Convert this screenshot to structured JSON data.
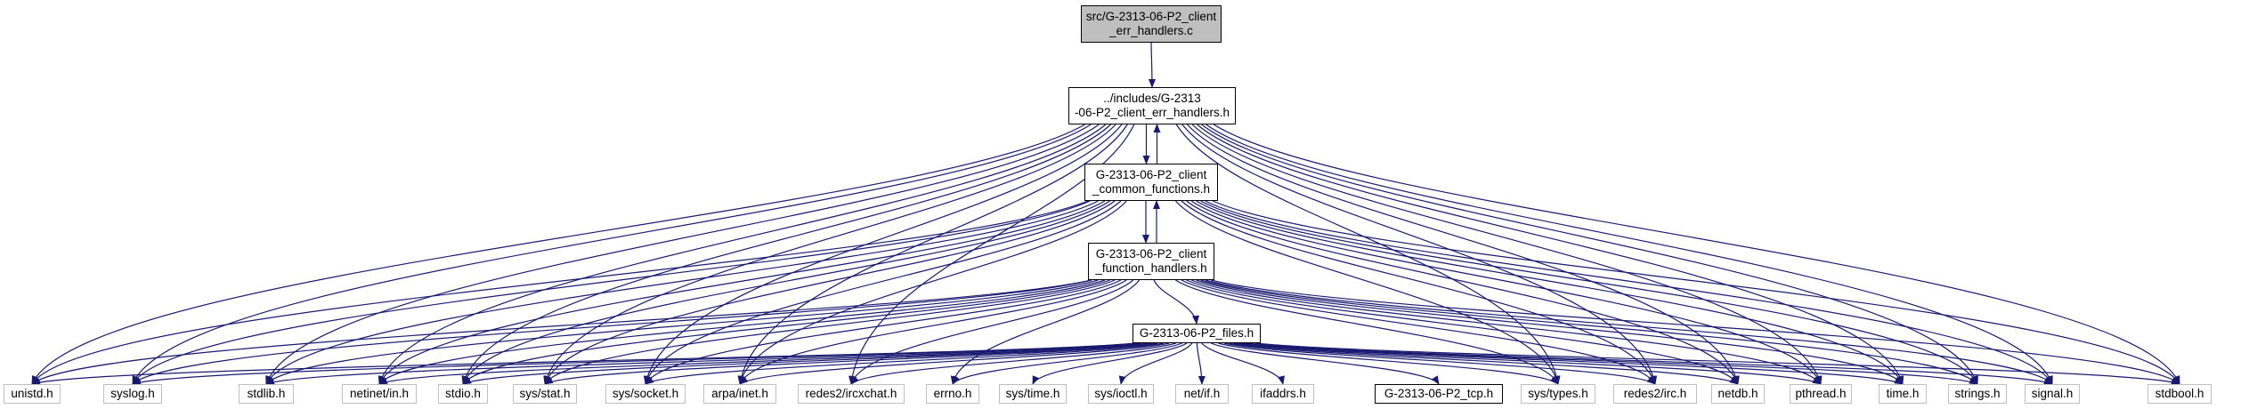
{
  "diagram": {
    "nodes": {
      "root": {
        "lines": [
          "src/G-2313-06-P2_client",
          "_err_handlers.c"
        ]
      },
      "err_h": {
        "lines": [
          "../includes/G-2313",
          "-06-P2_client_err_handlers.h"
        ]
      },
      "common": {
        "lines": [
          "G-2313-06-P2_client",
          "_common_functions.h"
        ]
      },
      "function": {
        "lines": [
          "G-2313-06-P2_client",
          "_function_handlers.h"
        ]
      },
      "files": {
        "lines": [
          "G-2313-06-P2_files.h"
        ]
      },
      "unistd": {
        "lines": [
          "unistd.h"
        ]
      },
      "syslog": {
        "lines": [
          "syslog.h"
        ]
      },
      "stdlib": {
        "lines": [
          "stdlib.h"
        ]
      },
      "netinet_in": {
        "lines": [
          "netinet/in.h"
        ]
      },
      "stdio": {
        "lines": [
          "stdio.h"
        ]
      },
      "sys_stat": {
        "lines": [
          "sys/stat.h"
        ]
      },
      "sys_socket": {
        "lines": [
          "sys/socket.h"
        ]
      },
      "arpa_inet": {
        "lines": [
          "arpa/inet.h"
        ]
      },
      "ircxchat": {
        "lines": [
          "redes2/ircxchat.h"
        ]
      },
      "errno": {
        "lines": [
          "errno.h"
        ]
      },
      "sys_time": {
        "lines": [
          "sys/time.h"
        ]
      },
      "sys_ioctl": {
        "lines": [
          "sys/ioctl.h"
        ]
      },
      "net_if": {
        "lines": [
          "net/if.h"
        ]
      },
      "ifaddrs": {
        "lines": [
          "ifaddrs.h"
        ]
      },
      "tcp": {
        "lines": [
          "G-2313-06-P2_tcp.h"
        ]
      },
      "sys_types": {
        "lines": [
          "sys/types.h"
        ]
      },
      "irc": {
        "lines": [
          "redes2/irc.h"
        ]
      },
      "netdb": {
        "lines": [
          "netdb.h"
        ]
      },
      "pthread": {
        "lines": [
          "pthread.h"
        ]
      },
      "time": {
        "lines": [
          "time.h"
        ]
      },
      "strings": {
        "lines": [
          "strings.h"
        ]
      },
      "signal": {
        "lines": [
          "signal.h"
        ]
      },
      "stdbool": {
        "lines": [
          "stdbool.h"
        ]
      }
    },
    "edge_color": "#191970",
    "edges": [
      [
        "root",
        "err_h"
      ],
      [
        "err_h",
        "common"
      ],
      [
        "common",
        "err_h"
      ],
      [
        "err_h",
        "unistd"
      ],
      [
        "err_h",
        "syslog"
      ],
      [
        "err_h",
        "stdlib"
      ],
      [
        "err_h",
        "netinet_in"
      ],
      [
        "err_h",
        "stdio"
      ],
      [
        "err_h",
        "sys_stat"
      ],
      [
        "err_h",
        "sys_socket"
      ],
      [
        "err_h",
        "arpa_inet"
      ],
      [
        "err_h",
        "ircxchat"
      ],
      [
        "err_h",
        "sys_types"
      ],
      [
        "err_h",
        "irc"
      ],
      [
        "err_h",
        "netdb"
      ],
      [
        "err_h",
        "pthread"
      ],
      [
        "err_h",
        "time"
      ],
      [
        "err_h",
        "strings"
      ],
      [
        "err_h",
        "signal"
      ],
      [
        "err_h",
        "stdbool"
      ],
      [
        "common",
        "function"
      ],
      [
        "function",
        "common"
      ],
      [
        "common",
        "unistd"
      ],
      [
        "common",
        "syslog"
      ],
      [
        "common",
        "stdlib"
      ],
      [
        "common",
        "netinet_in"
      ],
      [
        "common",
        "stdio"
      ],
      [
        "common",
        "sys_stat"
      ],
      [
        "common",
        "sys_socket"
      ],
      [
        "common",
        "arpa_inet"
      ],
      [
        "common",
        "sys_types"
      ],
      [
        "common",
        "irc"
      ],
      [
        "common",
        "netdb"
      ],
      [
        "common",
        "pthread"
      ],
      [
        "common",
        "time"
      ],
      [
        "common",
        "strings"
      ],
      [
        "common",
        "signal"
      ],
      [
        "common",
        "stdbool"
      ],
      [
        "function",
        "files"
      ],
      [
        "function",
        "unistd"
      ],
      [
        "function",
        "syslog"
      ],
      [
        "function",
        "stdlib"
      ],
      [
        "function",
        "netinet_in"
      ],
      [
        "function",
        "stdio"
      ],
      [
        "function",
        "sys_stat"
      ],
      [
        "function",
        "sys_socket"
      ],
      [
        "function",
        "arpa_inet"
      ],
      [
        "function",
        "ircxchat"
      ],
      [
        "function",
        "errno"
      ],
      [
        "function",
        "sys_types"
      ],
      [
        "function",
        "irc"
      ],
      [
        "function",
        "netdb"
      ],
      [
        "function",
        "pthread"
      ],
      [
        "function",
        "time"
      ],
      [
        "function",
        "strings"
      ],
      [
        "function",
        "signal"
      ],
      [
        "function",
        "stdbool"
      ],
      [
        "files",
        "unistd"
      ],
      [
        "files",
        "syslog"
      ],
      [
        "files",
        "stdlib"
      ],
      [
        "files",
        "netinet_in"
      ],
      [
        "files",
        "stdio"
      ],
      [
        "files",
        "sys_stat"
      ],
      [
        "files",
        "sys_socket"
      ],
      [
        "files",
        "arpa_inet"
      ],
      [
        "files",
        "ircxchat"
      ],
      [
        "files",
        "errno"
      ],
      [
        "files",
        "sys_time"
      ],
      [
        "files",
        "sys_ioctl"
      ],
      [
        "files",
        "net_if"
      ],
      [
        "files",
        "ifaddrs"
      ],
      [
        "files",
        "tcp"
      ],
      [
        "files",
        "sys_types"
      ],
      [
        "files",
        "irc"
      ],
      [
        "files",
        "netdb"
      ],
      [
        "files",
        "pthread"
      ],
      [
        "files",
        "time"
      ],
      [
        "files",
        "strings"
      ],
      [
        "files",
        "signal"
      ],
      [
        "files",
        "stdbool"
      ]
    ]
  }
}
